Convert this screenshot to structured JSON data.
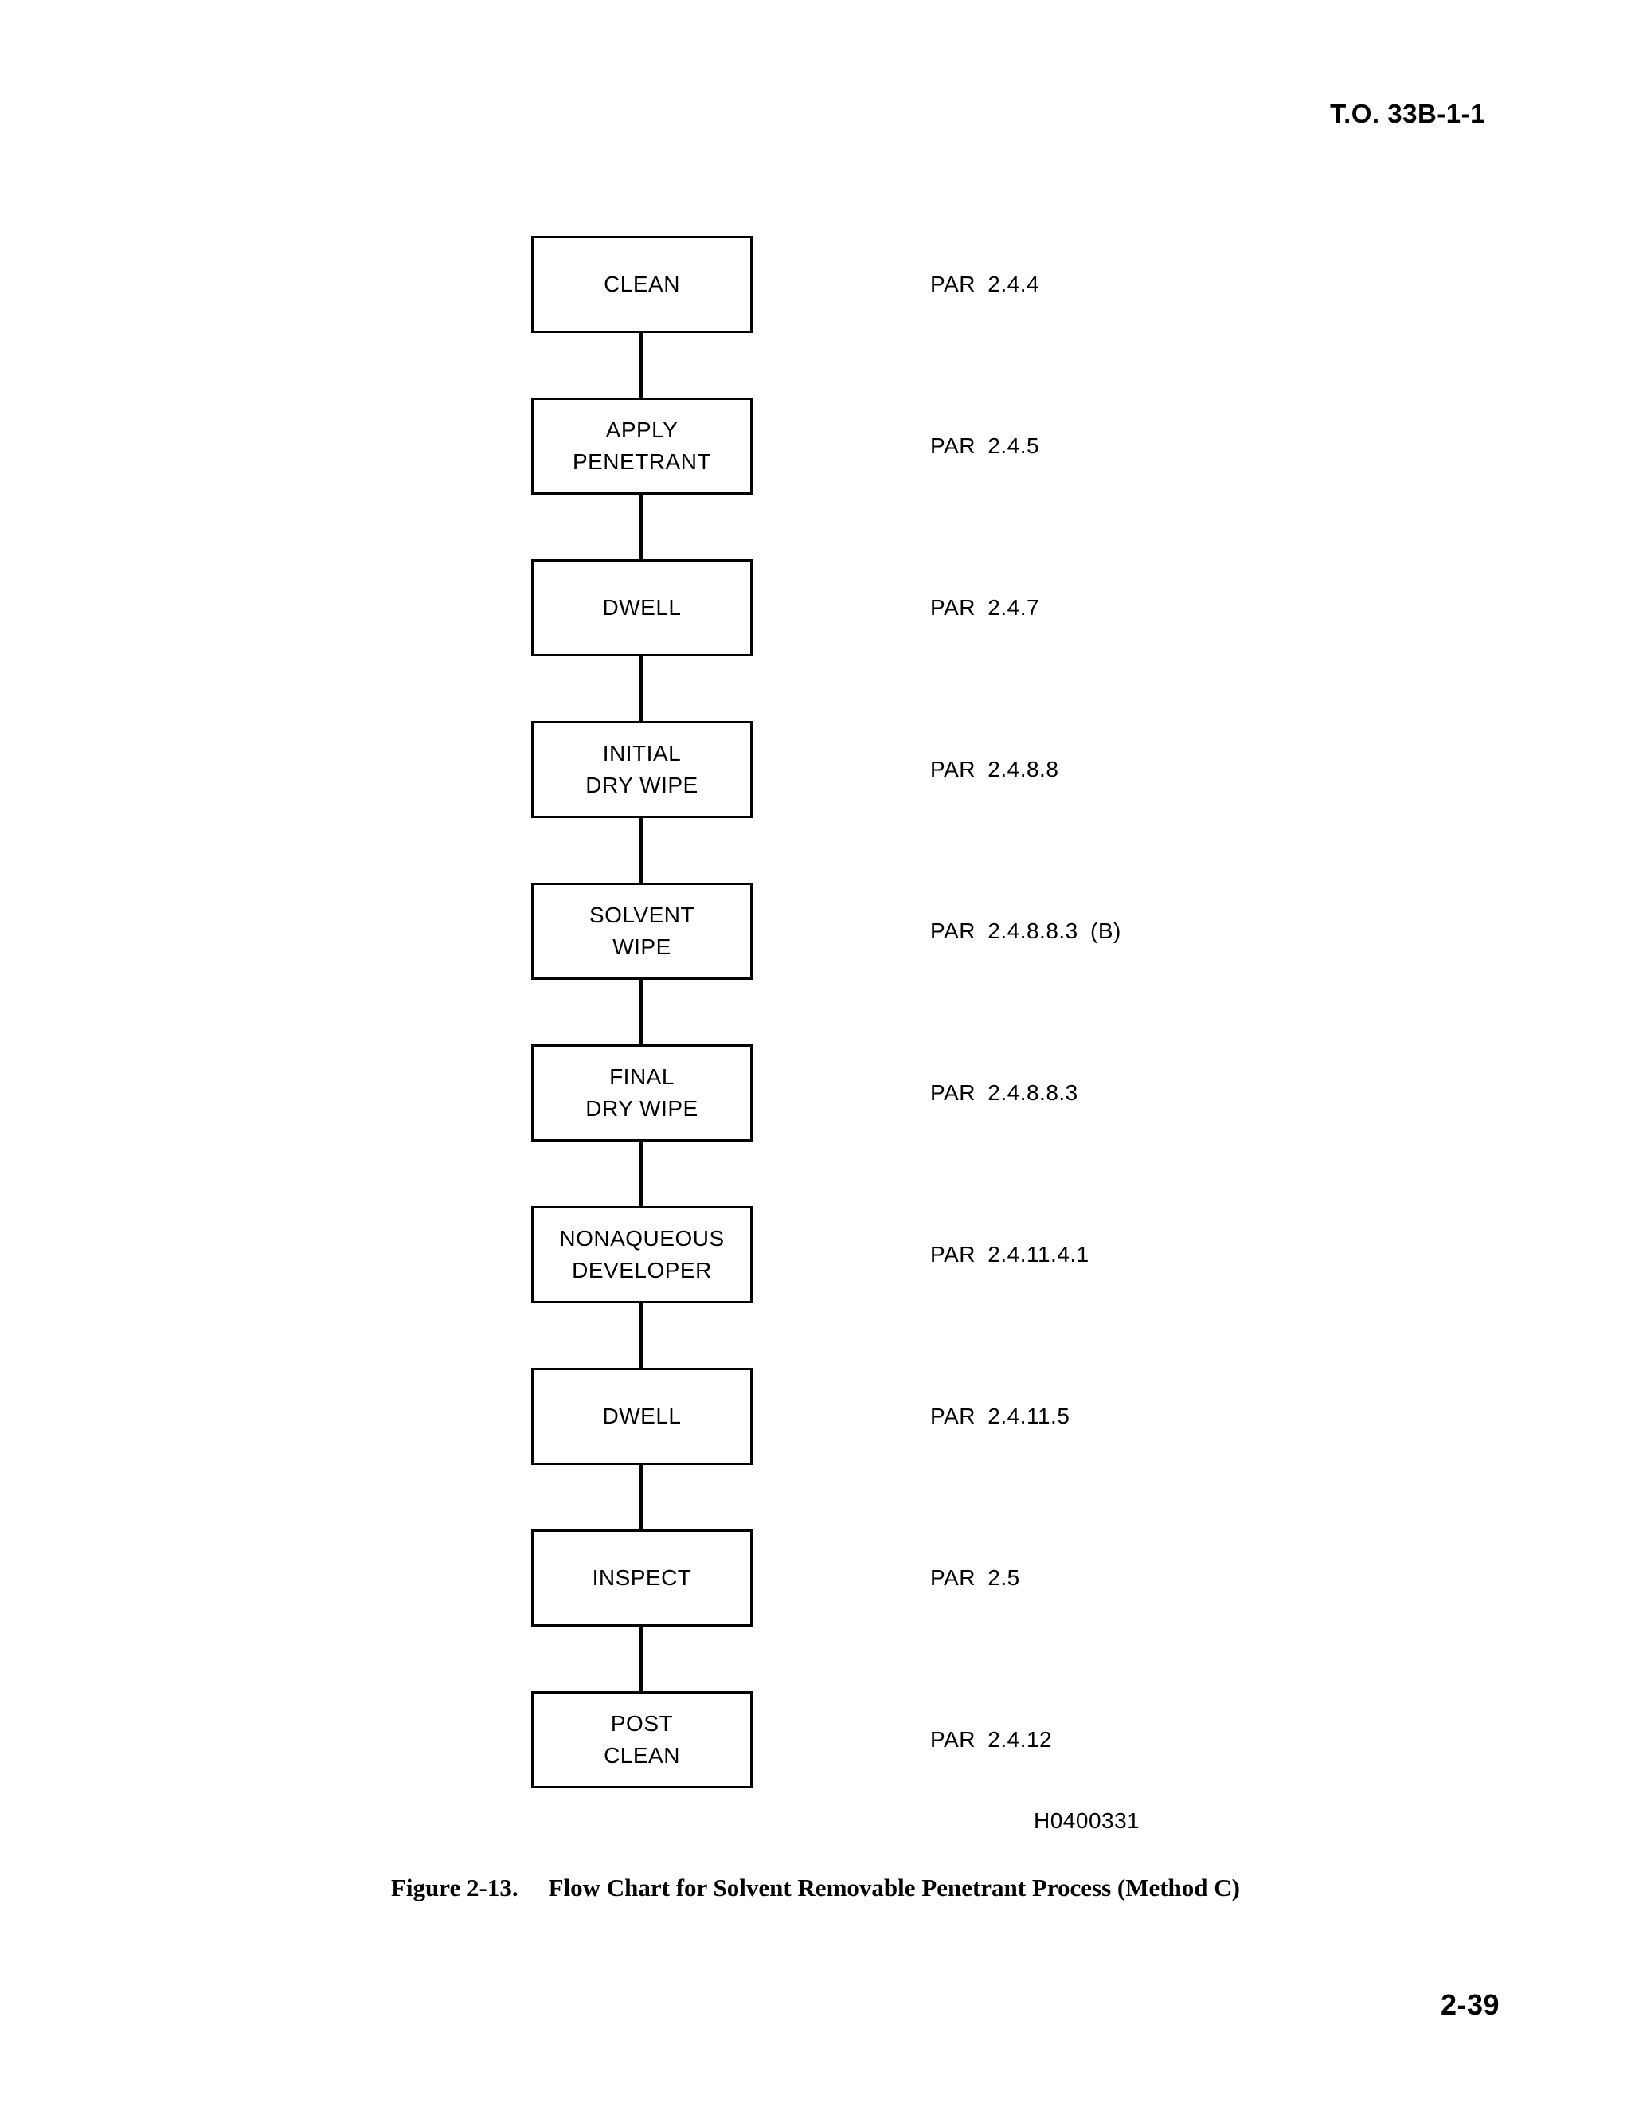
{
  "page": {
    "header": "T.O. 33B-1-1",
    "page_number": "2-39"
  },
  "figure": {
    "id": "H0400331",
    "caption_label": "Figure 2-13.",
    "caption_text": "Flow Chart for Solvent Removable Penetrant Process (Method C)"
  },
  "flowchart": {
    "steps": [
      {
        "label_lines": [
          "CLEAN"
        ],
        "par": "PAR 2.4.4"
      },
      {
        "label_lines": [
          "APPLY",
          "PENETRANT"
        ],
        "par": "PAR 2.4.5"
      },
      {
        "label_lines": [
          "DWELL"
        ],
        "par": "PAR 2.4.7"
      },
      {
        "label_lines": [
          "INITIAL",
          "DRY WIPE"
        ],
        "par": "PAR 2.4.8.8"
      },
      {
        "label_lines": [
          "SOLVENT",
          "WIPE"
        ],
        "par": "PAR 2.4.8.8.3 (B)"
      },
      {
        "label_lines": [
          "FINAL",
          "DRY WIPE"
        ],
        "par": "PAR 2.4.8.8.3"
      },
      {
        "label_lines": [
          "NONAQUEOUS",
          "DEVELOPER"
        ],
        "par": "PAR 2.4.11.4.1"
      },
      {
        "label_lines": [
          "DWELL"
        ],
        "par": "PAR 2.4.11.5"
      },
      {
        "label_lines": [
          "INSPECT"
        ],
        "par": "PAR 2.5"
      },
      {
        "label_lines": [
          "POST",
          "CLEAN"
        ],
        "par": "PAR 2.4.12"
      }
    ]
  },
  "colors": {
    "ink": "#000000",
    "paper": "#ffffff"
  }
}
